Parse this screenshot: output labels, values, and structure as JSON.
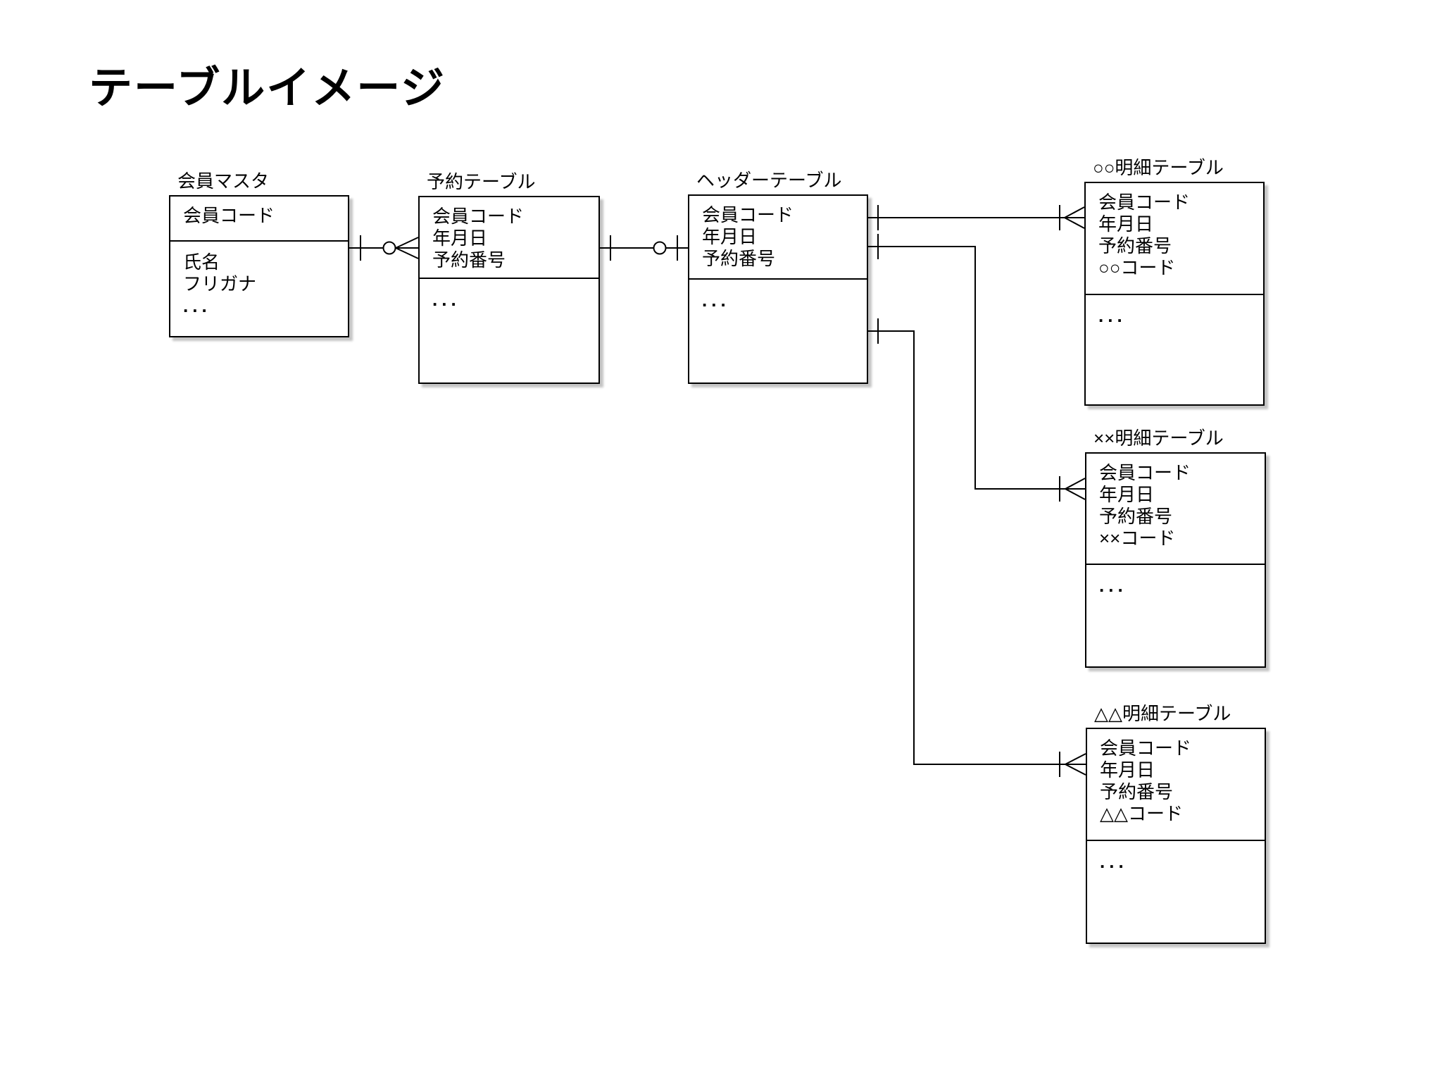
{
  "page": {
    "title": "テーブルイメージ",
    "background_color": "#ffffff",
    "line_color": "#000000"
  },
  "tables": [
    {
      "id": "member-master",
      "title": "会員マスタ",
      "key_fields": [
        "会員コード"
      ],
      "other_fields": [
        "氏名",
        "フリガナ",
        "..."
      ]
    },
    {
      "id": "reservation-table",
      "title": "予約テーブル",
      "key_fields": [
        "会員コード",
        "年月日",
        "予約番号"
      ],
      "other_fields": [
        "..."
      ]
    },
    {
      "id": "header-table",
      "title": "ヘッダーテーブル",
      "key_fields": [
        "会員コード",
        "年月日",
        "予約番号"
      ],
      "other_fields": [
        "..."
      ]
    },
    {
      "id": "maru-detail-table",
      "title": "○○明細テーブル",
      "key_fields": [
        "会員コード",
        "年月日",
        "予約番号",
        "○○コード"
      ],
      "other_fields": [
        "..."
      ]
    },
    {
      "id": "batsu-detail-table",
      "title": "××明細テーブル",
      "key_fields": [
        "会員コード",
        "年月日",
        "予約番号",
        "××コード"
      ],
      "other_fields": [
        "..."
      ]
    },
    {
      "id": "sankaku-detail-table",
      "title": "△△明細テーブル",
      "key_fields": [
        "会員コード",
        "年月日",
        "予約番号",
        "△△コード"
      ],
      "other_fields": [
        "..."
      ]
    }
  ],
  "relationships": [
    {
      "from": "会員マスタ",
      "to": "予約テーブル",
      "from_cardinality": "1",
      "to_cardinality": "0..N"
    },
    {
      "from": "予約テーブル",
      "to": "ヘッダーテーブル",
      "from_cardinality": "1",
      "to_cardinality": "0..1"
    },
    {
      "from": "ヘッダーテーブル",
      "to": "○○明細テーブル",
      "from_cardinality": "1",
      "to_cardinality": "1..N"
    },
    {
      "from": "ヘッダーテーブル",
      "to": "××明細テーブル",
      "from_cardinality": "1",
      "to_cardinality": "1..N"
    },
    {
      "from": "ヘッダーテーブル",
      "to": "△△明細テーブル",
      "from_cardinality": "1",
      "to_cardinality": "1..N"
    }
  ]
}
